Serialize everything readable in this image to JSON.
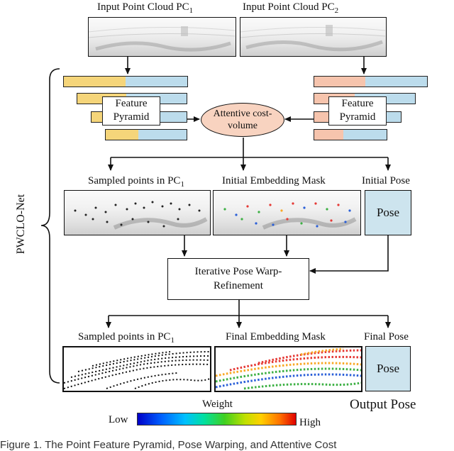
{
  "top": {
    "pc1_label": "Input  Point Cloud PC",
    "pc1_sub": "1",
    "pc2_label": "Input  Point Cloud PC",
    "pc2_sub": "2"
  },
  "side_label": "PWCLO-Net",
  "feature_pyramid": {
    "line1": "Feature",
    "line2": "Pyramid"
  },
  "cost_volume": {
    "line1": "Attentive cost-",
    "line2": "volume"
  },
  "row1": {
    "sampled_label": "Sampled points in PC",
    "sampled_sub": "1",
    "mask_label": "Initial Embedding Mask",
    "pose_header": "Initial Pose",
    "pose_box": "Pose"
  },
  "refine": {
    "line1": "Iterative Pose Warp-",
    "line2": "Refinement"
  },
  "row2": {
    "sampled_label": "Sampled points in PC",
    "sampled_sub": "1",
    "mask_label": "Final Embedding Mask",
    "pose_header": "Final Pose",
    "pose_box": "Pose"
  },
  "legend": {
    "title": "Weight",
    "low": "Low",
    "high": "High"
  },
  "output_pose": "Output Pose",
  "caption": "Figure 1. The Point Feature Pyramid, Pose Warping, and Attentive Cost",
  "colors": {
    "yellow": "#f5d57a",
    "salmon": "#f6c4ad",
    "blue": "#bcdcec",
    "ellipse": "#f8d3c0",
    "pose_fill": "#cde4ee"
  }
}
